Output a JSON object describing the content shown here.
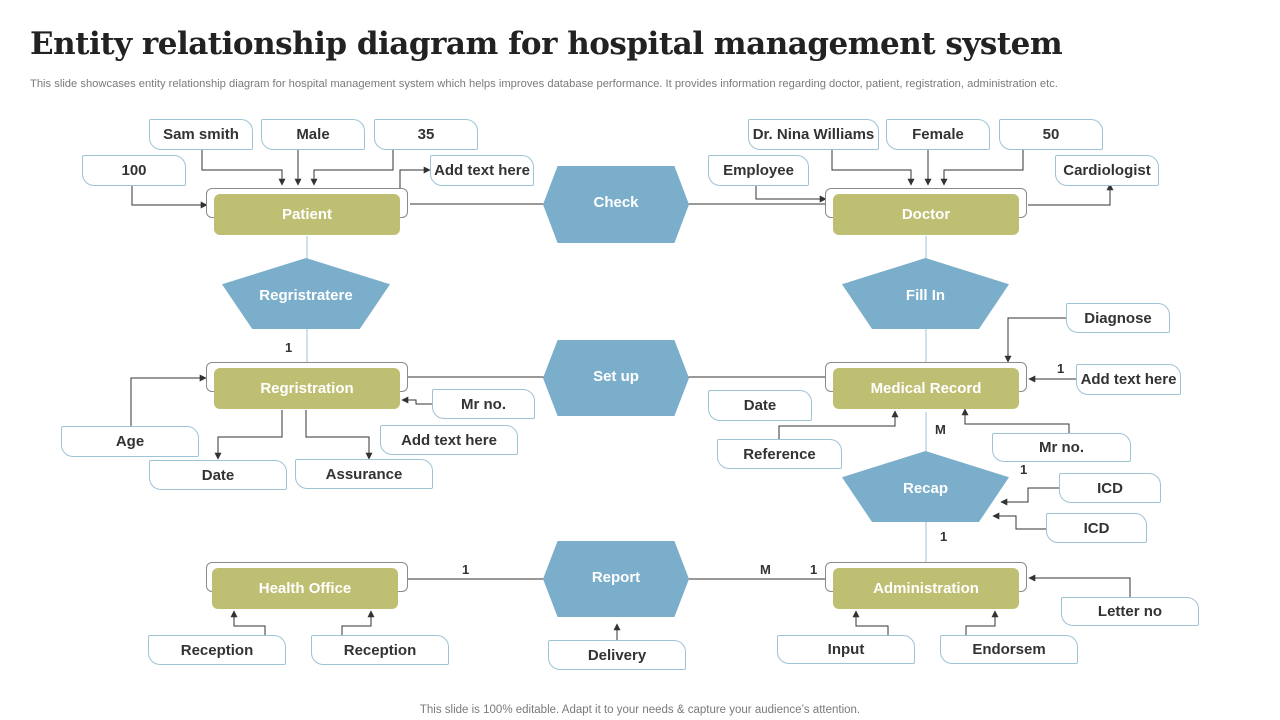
{
  "title": "Entity relationship diagram for hospital management system",
  "subtitle": "This slide showcases entity relationship diagram for hospital management system which helps improves database performance. It provides information regarding doctor, patient, registration, administration etc.",
  "footer": "This slide is 100% editable. Adapt it to your needs & capture your audience’s attention.",
  "colors": {
    "entity": "#bebf72",
    "relationship": "#7baecb",
    "attribute_border": "#9ec3d4",
    "line": "#333333"
  },
  "entities": {
    "patient": "Patient",
    "doctor": "Doctor",
    "registration": "Regristration",
    "medical_record": "Medical Record",
    "health_office": "Health Office",
    "administration": "Administration"
  },
  "relationships": {
    "check": "Check",
    "set_up": "Set up",
    "report": "Report",
    "registratere": "Regristratere",
    "fill_in": "Fill In",
    "recap": "Recap"
  },
  "attributes": {
    "sam_smith": "Sam smith",
    "male": "Male",
    "age_35": "35",
    "id_100": "100",
    "patient_add_text": "Add text here",
    "dr_nina": "Dr. Nina Williams",
    "female": "Female",
    "age_50": "50",
    "employee": "Employee",
    "cardiologist": "Cardiologist",
    "diagnose": "Diagnose",
    "record_add_text": "Add text here",
    "record_date": "Date",
    "reference": "Reference",
    "record_mr_no": "Mr no.",
    "icd_1": "ICD",
    "icd_2": "ICD",
    "reg_mr_no": "Mr no.",
    "reg_add_text": "Add text here",
    "age": "Age",
    "reg_date": "Date",
    "assurance": "Assurance",
    "reception_1": "Reception",
    "reception_2": "Reception",
    "delivery": "Delivery",
    "input": "Input",
    "endorsem": "Endorsem",
    "letter_no": "Letter no"
  },
  "cardinalities": {
    "registratere_registration": "1",
    "medical_record_recap": "M",
    "add_text_medical_record": "1",
    "recap_icd": "1",
    "recap_administration": "1",
    "health_office_report": "1",
    "report_administration_m": "M",
    "report_administration_1": "1"
  }
}
